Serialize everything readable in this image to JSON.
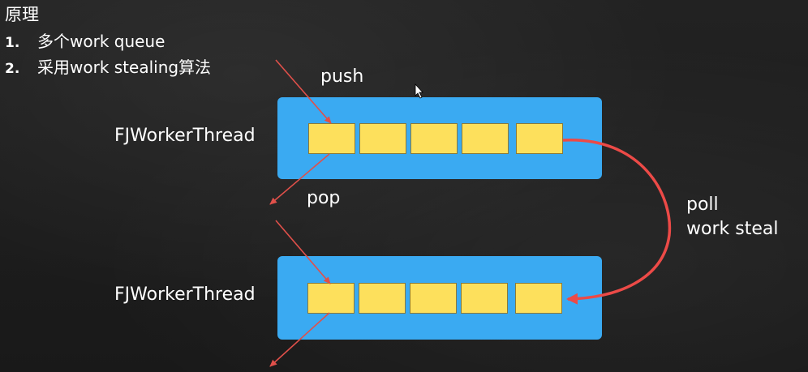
{
  "title": "原理",
  "points": [
    {
      "num": "1.",
      "text": "多个work queue"
    },
    {
      "num": "2.",
      "text": "采用work stealing算法"
    }
  ],
  "labels": {
    "push": "push",
    "pop": "pop",
    "worker_top": "FJWorkerThread",
    "worker_bottom": "FJWorkerThread",
    "poll": "poll",
    "work_steal": "work steal"
  },
  "colors": {
    "queue": "#3aaaf2",
    "cell": "#fde05c",
    "arrow_thin": "#e0504a",
    "arrow_steal": "#ec4a47"
  },
  "icons": {
    "cursor": "mouse-pointer-icon"
  }
}
